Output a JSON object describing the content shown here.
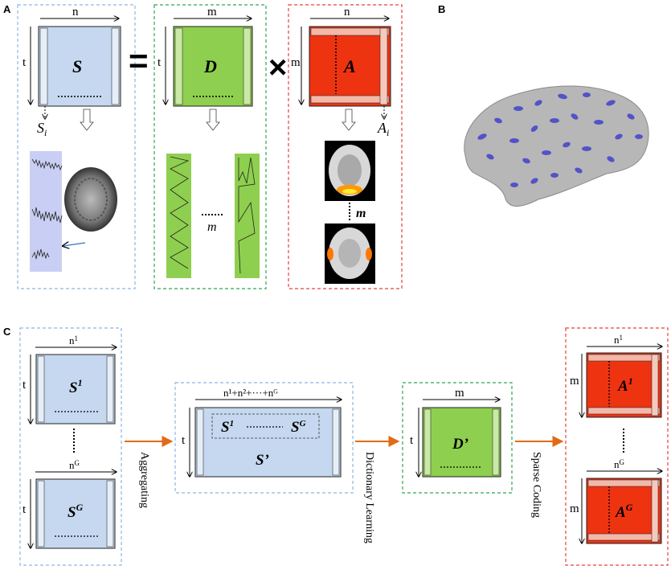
{
  "panels": {
    "a": "A",
    "b": "B",
    "c": "C"
  },
  "panel_a": {
    "s_matrix": {
      "name": "S",
      "cols": "n",
      "rows": "t",
      "column": "S",
      "column_sub": "i"
    },
    "equals": "=",
    "d_matrix": {
      "name": "D",
      "cols": "m",
      "rows": "t"
    },
    "times": "×",
    "a_matrix": {
      "name": "A",
      "cols": "n",
      "rows": "m",
      "row": "A",
      "row_sub": "i"
    },
    "atoms_count": "m",
    "maps_count": "m"
  },
  "panel_c": {
    "s1": {
      "name": "S",
      "sup": "1",
      "cols": "n",
      "cols_sup": "1",
      "rows": "t"
    },
    "sg": {
      "name": "S",
      "sup": "G",
      "cols": "n",
      "cols_sup": "G",
      "rows": "t"
    },
    "aggregate": {
      "cols_label": "n¹+n²+···+nᴳ",
      "rows": "t",
      "inner_left": "S",
      "inner_left_sup": "1",
      "inner_right": "S",
      "inner_right_sup": "G",
      "name": "S’"
    },
    "dict": {
      "name": "D’",
      "cols": "m",
      "rows": "t"
    },
    "a1": {
      "name": "A",
      "sup": "1",
      "cols": "n",
      "cols_sup": "1",
      "rows": "m"
    },
    "ag": {
      "name": "A",
      "sup": "G",
      "cols": "n",
      "cols_sup": "G",
      "rows": "m"
    },
    "steps": [
      "Aggregating",
      "Dictionary Learning",
      "Sparse Coding"
    ]
  },
  "colors": {
    "blue_box": "#c5d8ef",
    "blue_dash": "#8fb4e3",
    "green_box": "#8fcf4f",
    "green_dash": "#2fa84f",
    "red_box": "#ee3311",
    "red_dash": "#e8413a",
    "arrow_orange": "#e26b17"
  }
}
